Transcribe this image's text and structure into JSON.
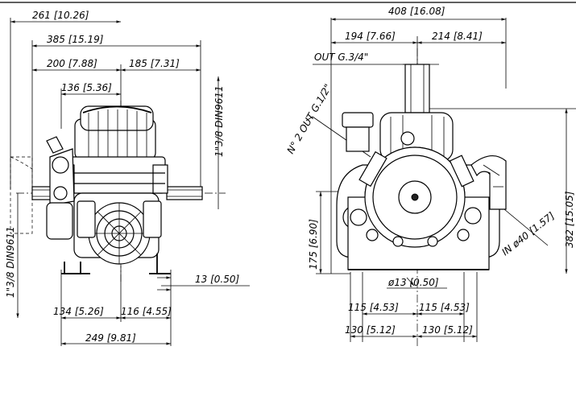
{
  "left_view": {
    "dims": {
      "d261": "261 [10.26]",
      "d385": "385 [15.19]",
      "d200": "200 [7.88]",
      "d185": "185 [7.31]",
      "d136": "136 [5.36]",
      "shaft_right": "1\"3/8 DIN9611",
      "shaft_left": "1\"3/8 DIN9611",
      "d13": "13 [0.50]",
      "d134": "134 [5.26]",
      "d116": "116 [4.55]",
      "d249": "249 [9.81]"
    }
  },
  "right_view": {
    "dims": {
      "d408": "408 [16.08]",
      "d194": "194 [7.66]",
      "d214": "214 [8.41]",
      "out_main": "OUT G.3/4\"",
      "out_second": "N° 2 OUT G.1/2\"",
      "d175": "175 [6.90]",
      "d382": "382 [15.05]",
      "inlet": "IN ø40 [1.57]",
      "hole": "ø13 [0.50]",
      "d115_left": "115 [4.53]",
      "d115_right": "115 [4.53]",
      "d130_left": "130 [5.12]",
      "d130_right": "130 [5.12]"
    }
  }
}
